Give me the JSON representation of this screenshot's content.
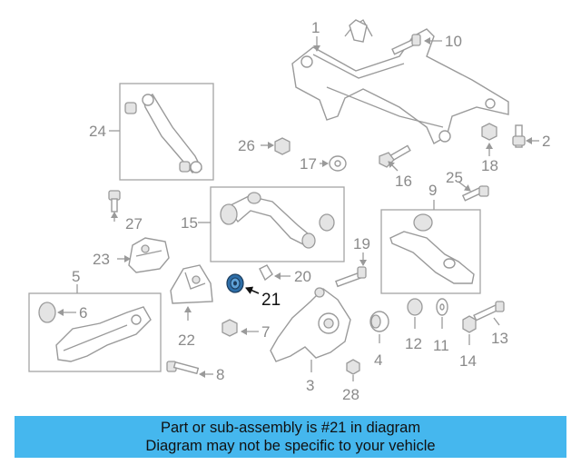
{
  "diagram": {
    "callouts": {
      "c1": "1",
      "c2": "2",
      "c3": "3",
      "c4": "4",
      "c5": "5",
      "c6": "6",
      "c7": "7",
      "c8": "8",
      "c9": "9",
      "c10": "10",
      "c11": "11",
      "c12": "12",
      "c13": "13",
      "c14": "14",
      "c15": "15",
      "c16": "16",
      "c17": "17",
      "c18": "18",
      "c19": "19",
      "c20": "20",
      "c21": "21",
      "c22": "22",
      "c23": "23",
      "c24": "24",
      "c25": "25",
      "c26": "26",
      "c27": "27",
      "c28": "28"
    },
    "highlighted_part": "21"
  },
  "banner": {
    "line1": "Part or sub-assembly is #21 in diagram",
    "line2": "Diagram may not be specific to your vehicle",
    "color": "#45b7ee"
  }
}
